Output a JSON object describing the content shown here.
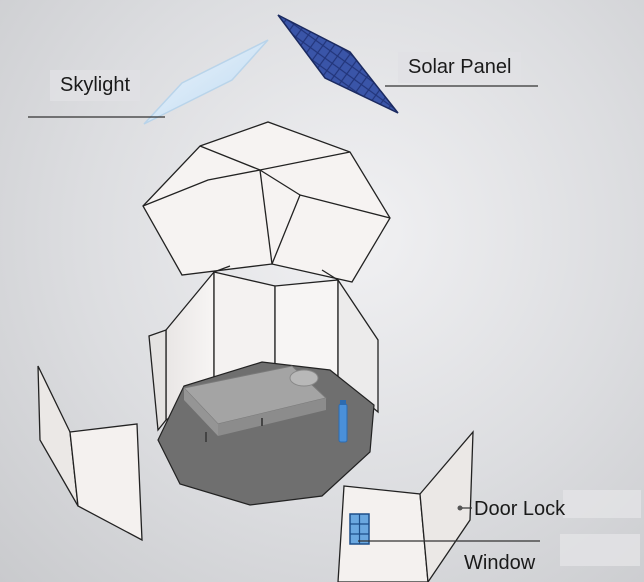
{
  "labels": {
    "skylight": "Skylight",
    "solar_panel": "Solar Panel",
    "door_lock": "Door Lock",
    "window": "Window"
  },
  "colors": {
    "panel_fill": "#f6f3f2",
    "panel_stroke": "#222222",
    "floor": "#6f6f6f",
    "solar_cell": "#2a3f86",
    "skylight_glass": "#d6e8f7",
    "bed": "#a9a9a9",
    "bottle": "#4a90d9"
  },
  "icons": [
    "skylight-icon",
    "solar-panel-icon",
    "door-lock-icon",
    "window-icon",
    "bed-icon",
    "water-bottle-icon"
  ]
}
